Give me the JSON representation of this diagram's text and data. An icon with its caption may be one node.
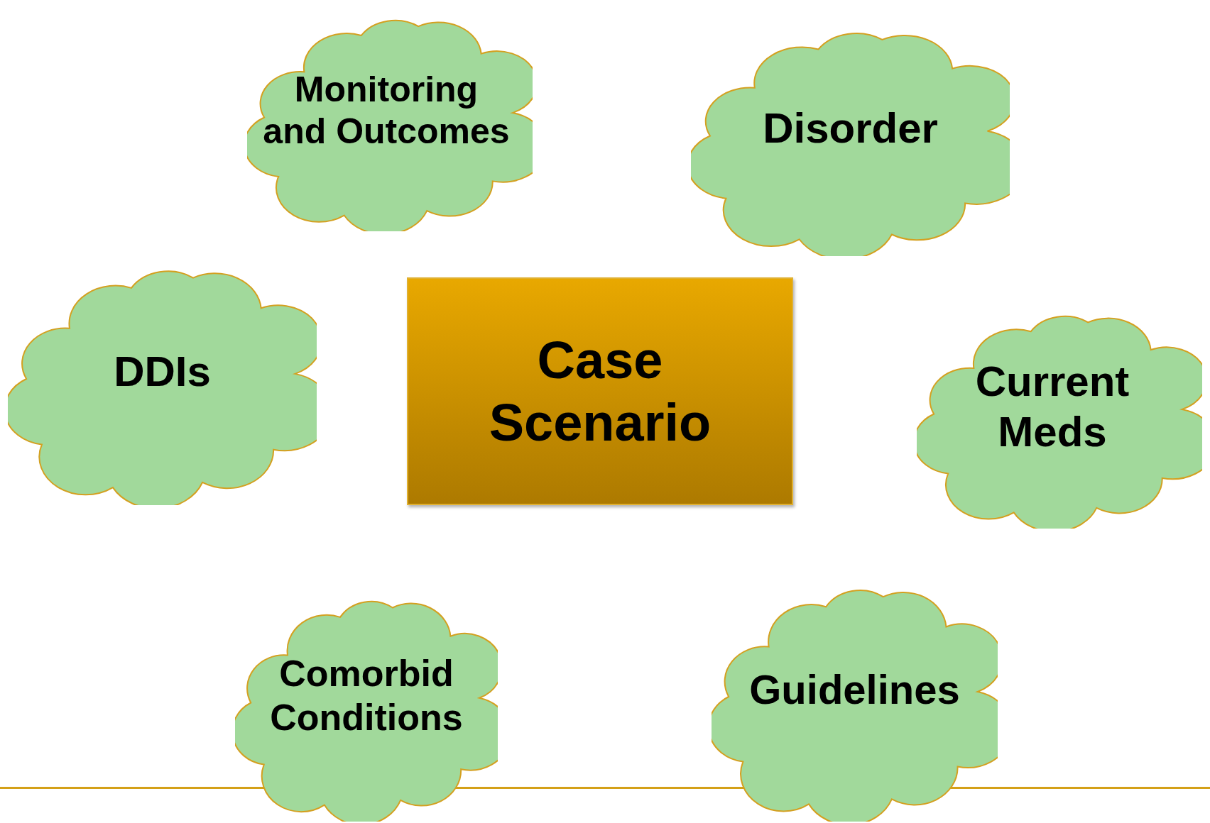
{
  "diagram": {
    "nodes": [
      {
        "text": [
          "Monitoring and Outcomes"
        ]
      },
      {
        "text": [
          "Disorder"
        ]
      },
      {
        "text": [
          "DDIs"
        ]
      },
      {
        "text": [
          "Case Scenario"
        ]
      },
      {
        "text": [
          "Current Meds"
        ]
      },
      {
        "text": [
          "Comorbid Conditions"
        ]
      },
      {
        "text": [
          "Guidelines"
        ]
      }
    ]
  }
}
